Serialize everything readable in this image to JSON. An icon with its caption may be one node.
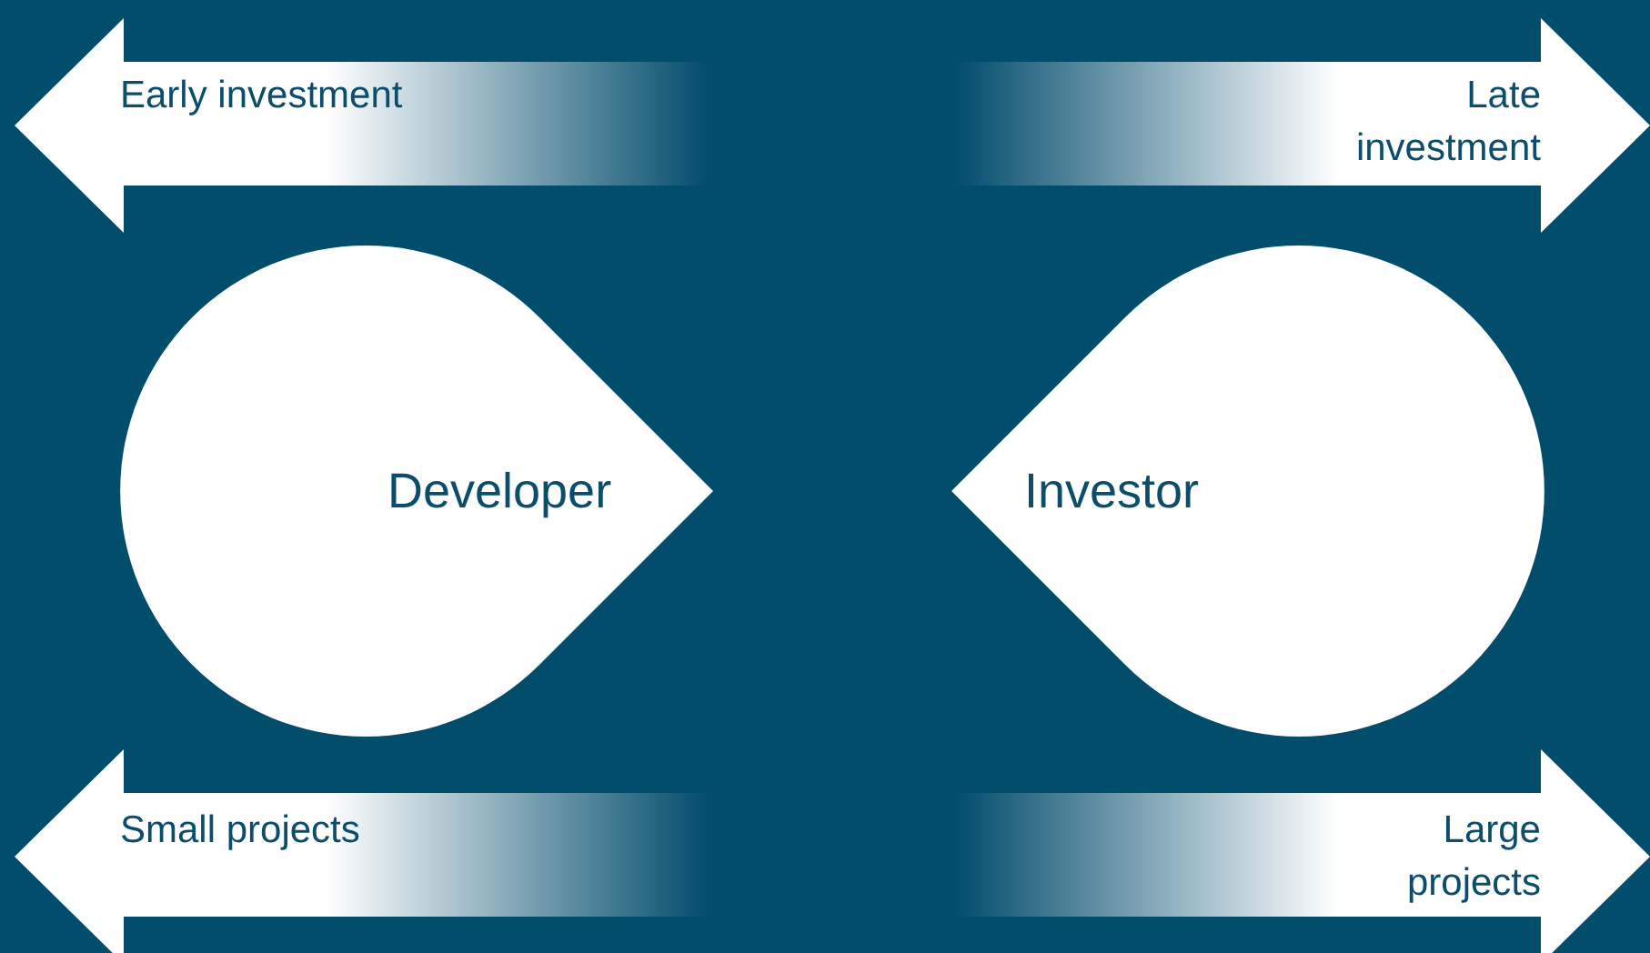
{
  "diagram": {
    "nodes": [
      {
        "text": [
          "Early investment"
        ]
      },
      {
        "text": [
          "Late investment"
        ]
      },
      {
        "text": [
          "Developer"
        ]
      },
      {
        "text": [
          "Investor"
        ]
      },
      {
        "text": [
          "Small projects"
        ]
      },
      {
        "text": [
          "Large projects"
        ]
      }
    ]
  }
}
